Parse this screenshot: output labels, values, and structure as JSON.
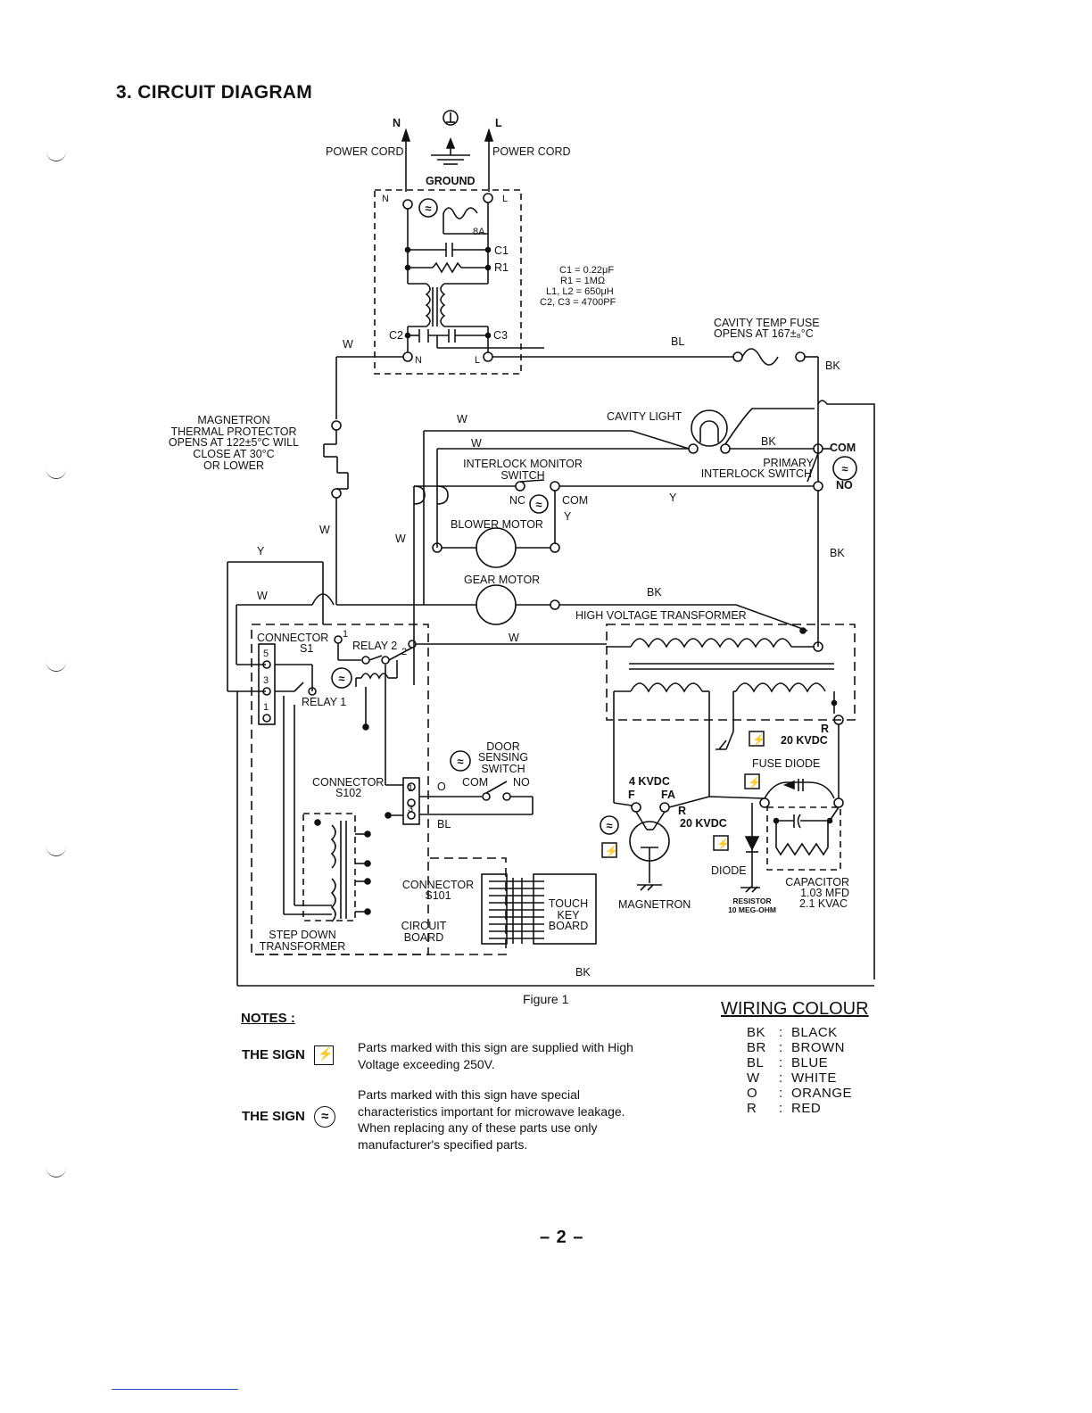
{
  "header": {
    "title": "3.  CIRCUIT DIAGRAM"
  },
  "diagram": {
    "top": {
      "n": "N",
      "l": "L",
      "power_cord_left": "POWER CORD",
      "power_cord_right": "POWER CORD",
      "ground": "GROUND"
    },
    "filter": {
      "n": "N",
      "l": "L",
      "n2": "N",
      "l2": "L",
      "fuse": "8A",
      "c1": "C1",
      "r1": "R1",
      "c2": "C2",
      "c3": "C3",
      "specs": [
        "C1  =  0.22μF",
        "R1  =  1MΩ",
        "L1, L2 =  650μH",
        "C2, C3  =  4700PF"
      ]
    },
    "cavity_fuse": {
      "line1": "CAVITY TEMP FUSE",
      "line2": "OPENS AT  167±₈°C"
    },
    "thermal_protector": [
      "MAGNETRON",
      "THERMAL PROTECTOR",
      "OPENS AT 122±5°C WILL",
      "CLOSE AT 30°C",
      "OR LOWER"
    ],
    "cavity_light": "CAVITY LIGHT",
    "interlock_monitor": [
      "INTERLOCK MONITOR",
      "SWITCH"
    ],
    "primary_interlock": [
      "PRIMARY",
      "INTERLOCK SWITCH"
    ],
    "com": "COM",
    "no": "NO",
    "nc": "NC",
    "blower_motor": "BLOWER MOTOR",
    "gear_motor": "GEAR MOTOR",
    "hv_transformer": "HIGH VOLTAGE TRANSFORMER",
    "connector_s1": [
      "CONNECTOR",
      "S1"
    ],
    "relay1": "RELAY 1",
    "relay2": "RELAY 2",
    "door_switch": [
      "DOOR",
      "SENSING",
      "SWITCH"
    ],
    "connector_s102": [
      "CONNECTOR",
      "S102"
    ],
    "connector_s101": [
      "CONNECTOR",
      "S101"
    ],
    "circuit_board": [
      "CIRCUIT",
      "BOARD"
    ],
    "touch_key": [
      "TOUCH",
      "KEY",
      "BOARD"
    ],
    "step_down": [
      "STEP DOWN",
      "TRANSFORMER"
    ],
    "magnetron": "MAGNETRON",
    "kvdc4": "4 KVDC",
    "kvdc20a": "20 KVDC",
    "kvdc20b": "20 KVDC",
    "fuse_diode": "FUSE DIODE",
    "diode": "DIODE",
    "resistor": [
      "RESISTOR",
      "10 MEG-OHM"
    ],
    "capacitor": [
      "CAPACITOR",
      "1.03 MFD",
      "2.1 KVAC"
    ],
    "f": "F",
    "fa": "FA",
    "r": "R",
    "pins": {
      "p5": "5",
      "p3": "3",
      "p1": "1",
      "s1": "1",
      "s2": "2",
      "c1": "1",
      "c3": "3",
      "o": "O"
    },
    "wires": {
      "w": "W",
      "bl": "BL",
      "bk": "BK",
      "y": "Y"
    }
  },
  "figure_caption": "Figure 1",
  "notes": {
    "heading": "NOTES  :",
    "sign_label": "THE SIGN",
    "hv_note": "Parts marked with this sign are supplied with High Voltage exceeding 250V.",
    "mw_note": "Parts marked with this sign have special characteristics important for microwave leakage. When replacing any of these parts use only manufacturer's specified parts.",
    "mw_symbol": "≈"
  },
  "wiring_colour": {
    "heading": "WIRING COLOUR",
    "rows": [
      {
        "code": "BK",
        "name": "BLACK"
      },
      {
        "code": "BR",
        "name": "BROWN"
      },
      {
        "code": "BL",
        "name": "BLUE"
      },
      {
        "code": "W",
        "name": "WHITE"
      },
      {
        "code": "O",
        "name": "ORANGE"
      },
      {
        "code": "R",
        "name": "RED"
      }
    ]
  },
  "page_number": "– 2 –"
}
